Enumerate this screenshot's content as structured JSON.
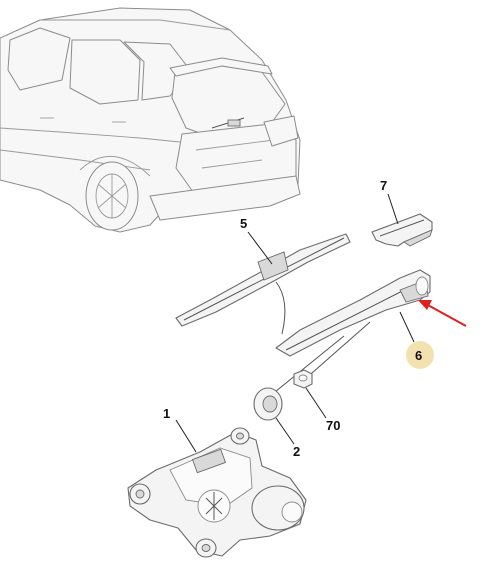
{
  "callouts": {
    "c1": "1",
    "c2": "2",
    "c5": "5",
    "c6": "6",
    "c7": "7",
    "c70": "70"
  },
  "highlight_color": "#f3e2b0",
  "arrow_color": "#e02020",
  "icons": [
    "vehicle-rear-view",
    "wiper-motor",
    "wiper-blade",
    "wiper-arm",
    "arm-cap",
    "nut",
    "cap-seal"
  ]
}
